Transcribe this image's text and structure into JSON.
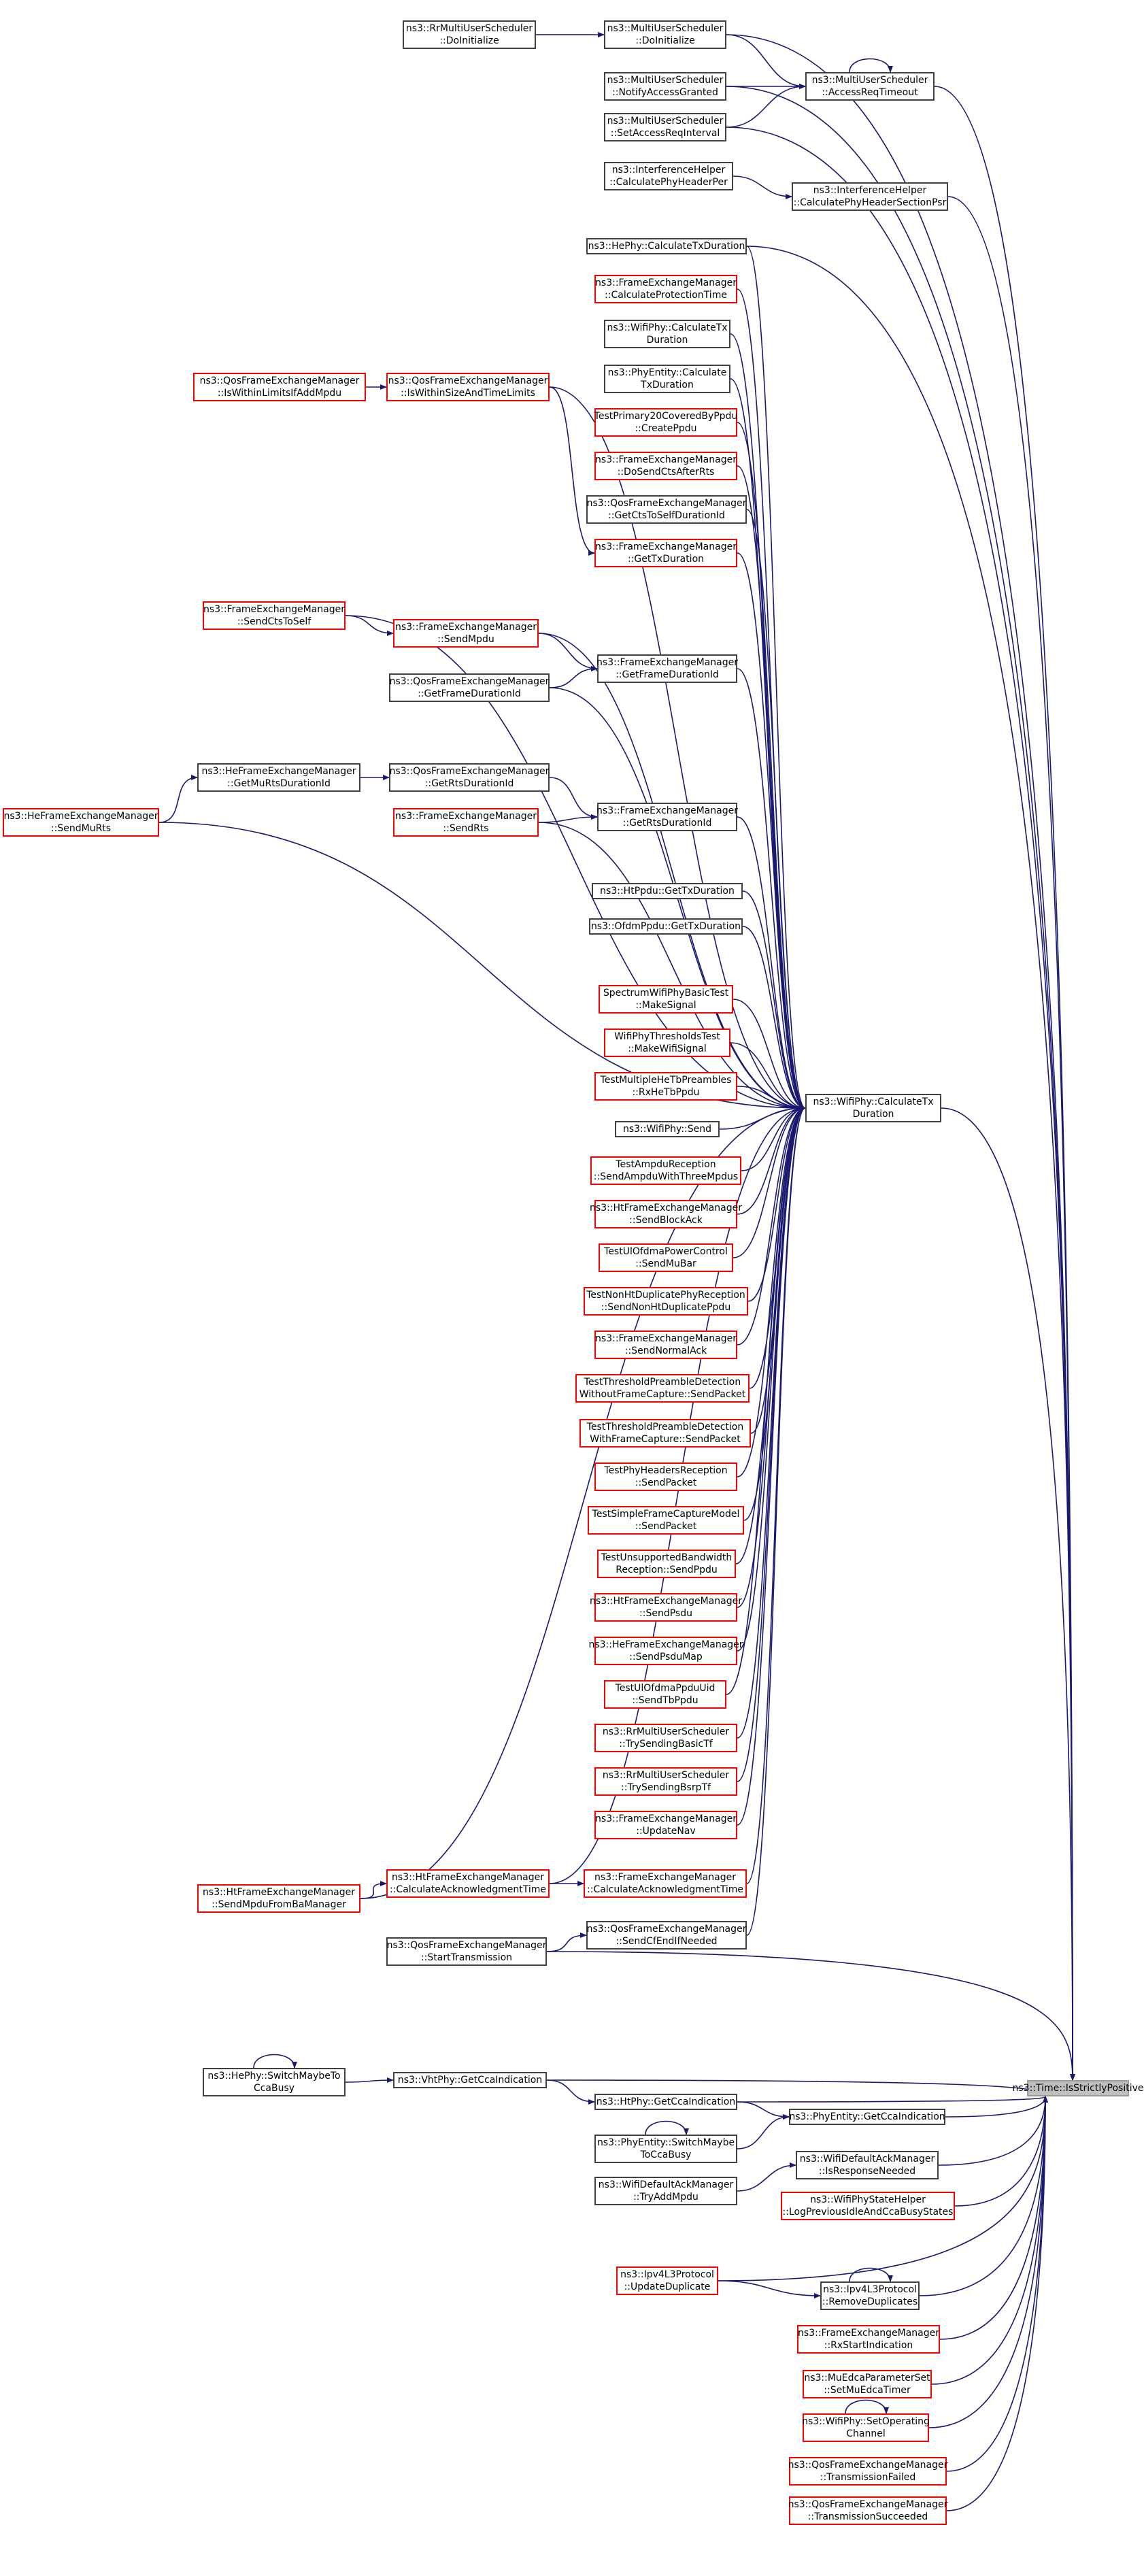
{
  "colors": {
    "edge": "#191970",
    "border": "#404040",
    "red_border": "#ff0000",
    "root_fill": "#bfbfbf"
  },
  "root": {
    "label": [
      "ns3::Time::IsStrictlyPositive"
    ]
  },
  "nodes": [
    {
      "id": "n1",
      "label": [
        "ns3::RrMultiUserScheduler",
        "::DoInitialize"
      ],
      "red": false
    },
    {
      "id": "n2",
      "label": [
        "ns3::MultiUserScheduler",
        "::DoInitialize"
      ],
      "red": false
    },
    {
      "id": "n3",
      "label": [
        "ns3::MultiUserScheduler",
        "::NotifyAccessGranted"
      ],
      "red": false
    },
    {
      "id": "n4",
      "label": [
        "ns3::MultiUserScheduler",
        "::AccessReqTimeout"
      ],
      "red": false
    },
    {
      "id": "n5",
      "label": [
        "ns3::MultiUserScheduler",
        "::SetAccessReqInterval"
      ],
      "red": false
    },
    {
      "id": "n6",
      "label": [
        "ns3::InterferenceHelper",
        "::CalculatePhyHeaderPer"
      ],
      "red": false
    },
    {
      "id": "n7",
      "label": [
        "ns3::InterferenceHelper",
        "::CalculatePhyHeaderSectionPsr"
      ],
      "red": false
    },
    {
      "id": "n8",
      "label": [
        "ns3::HePhy::CalculateTxDuration"
      ],
      "red": false
    },
    {
      "id": "n9",
      "label": [
        "ns3::FrameExchangeManager",
        "::CalculateProtectionTime"
      ],
      "red": true
    },
    {
      "id": "n10",
      "label": [
        "ns3::WifiPhy::CalculateTx",
        "Duration"
      ],
      "red": false
    },
    {
      "id": "n11",
      "label": [
        "ns3::QosFrameExchangeManager",
        "::IsWithinLimitsIfAddMpdu"
      ],
      "red": true
    },
    {
      "id": "n12",
      "label": [
        "ns3::QosFrameExchangeManager",
        "::IsWithinSizeAndTimeLimits"
      ],
      "red": true
    },
    {
      "id": "n13",
      "label": [
        "ns3::PhyEntity::Calculate",
        "TxDuration"
      ],
      "red": false
    },
    {
      "id": "n14",
      "label": [
        "TestPrimary20CoveredByPpdu",
        "::CreatePpdu"
      ],
      "red": true
    },
    {
      "id": "n15",
      "label": [
        "ns3::FrameExchangeManager",
        "::DoSendCtsAfterRts"
      ],
      "red": true
    },
    {
      "id": "n16",
      "label": [
        "ns3::QosFrameExchangeManager",
        "::GetCtsToSelfDurationId"
      ],
      "red": false
    },
    {
      "id": "n17",
      "label": [
        "ns3::FrameExchangeManager",
        "::GetTxDuration"
      ],
      "red": true
    },
    {
      "id": "n18",
      "label": [
        "ns3::FrameExchangeManager",
        "::SendCtsToSelf"
      ],
      "red": true
    },
    {
      "id": "n19",
      "label": [
        "ns3::FrameExchangeManager",
        "::SendMpdu"
      ],
      "red": true
    },
    {
      "id": "n20",
      "label": [
        "ns3::FrameExchangeManager",
        "::GetFrameDurationId"
      ],
      "red": false
    },
    {
      "id": "n21",
      "label": [
        "ns3::QosFrameExchangeManager",
        "::GetFrameDurationId"
      ],
      "red": false
    },
    {
      "id": "n22",
      "label": [
        "ns3::HeFrameExchangeManager",
        "::GetMuRtsDurationId"
      ],
      "red": false
    },
    {
      "id": "n23",
      "label": [
        "ns3::QosFrameExchangeManager",
        "::GetRtsDurationId"
      ],
      "red": false
    },
    {
      "id": "n24",
      "label": [
        "ns3::HeFrameExchangeManager",
        "::SendMuRts"
      ],
      "red": true
    },
    {
      "id": "n25",
      "label": [
        "ns3::FrameExchangeManager",
        "::SendRts"
      ],
      "red": true
    },
    {
      "id": "n26",
      "label": [
        "ns3::FrameExchangeManager",
        "::GetRtsDurationId"
      ],
      "red": false
    },
    {
      "id": "n27",
      "label": [
        "ns3::HtPpdu::GetTxDuration"
      ],
      "red": false
    },
    {
      "id": "n28",
      "label": [
        "ns3::OfdmPpdu::GetTxDuration"
      ],
      "red": false
    },
    {
      "id": "n29",
      "label": [
        "SpectrumWifiPhyBasicTest",
        "::MakeSignal"
      ],
      "red": true
    },
    {
      "id": "n30",
      "label": [
        "WifiPhyThresholdsTest",
        "::MakeWifiSignal"
      ],
      "red": true
    },
    {
      "id": "n31",
      "label": [
        "TestMultipleHeTbPreambles",
        "::RxHeTbPpdu"
      ],
      "red": true
    },
    {
      "id": "n32",
      "label": [
        "ns3::WifiPhy::CalculateTx",
        "Duration"
      ],
      "red": false
    },
    {
      "id": "n33",
      "label": [
        "ns3::WifiPhy::Send"
      ],
      "red": false
    },
    {
      "id": "n34",
      "label": [
        "TestAmpduReception",
        "::SendAmpduWithThreeMpdus"
      ],
      "red": true
    },
    {
      "id": "n35",
      "label": [
        "ns3::HtFrameExchangeManager",
        "::SendBlockAck"
      ],
      "red": true
    },
    {
      "id": "n36",
      "label": [
        "TestUlOfdmaPowerControl",
        "::SendMuBar"
      ],
      "red": true
    },
    {
      "id": "n37",
      "label": [
        "TestNonHtDuplicatePhyReception",
        "::SendNonHtDuplicatePpdu"
      ],
      "red": true
    },
    {
      "id": "n38",
      "label": [
        "ns3::FrameExchangeManager",
        "::SendNormalAck"
      ],
      "red": true
    },
    {
      "id": "n39",
      "label": [
        "TestThresholdPreambleDetection",
        "WithoutFrameCapture::SendPacket"
      ],
      "red": true
    },
    {
      "id": "n40",
      "label": [
        "TestThresholdPreambleDetection",
        "WithFrameCapture::SendPacket"
      ],
      "red": true
    },
    {
      "id": "n41",
      "label": [
        "TestPhyHeadersReception",
        "::SendPacket"
      ],
      "red": true
    },
    {
      "id": "n42",
      "label": [
        "TestSimpleFrameCaptureModel",
        "::SendPacket"
      ],
      "red": true
    },
    {
      "id": "n43",
      "label": [
        "TestUnsupportedBandwidth",
        "Reception::SendPpdu"
      ],
      "red": true
    },
    {
      "id": "n44",
      "label": [
        "ns3::HtFrameExchangeManager",
        "::SendPsdu"
      ],
      "red": true
    },
    {
      "id": "n45",
      "label": [
        "ns3::HeFrameExchangeManager",
        "::SendPsduMap"
      ],
      "red": true
    },
    {
      "id": "n46",
      "label": [
        "TestUlOfdmaPpduUid",
        "::SendTbPpdu"
      ],
      "red": true
    },
    {
      "id": "n47",
      "label": [
        "ns3::RrMultiUserScheduler",
        "::TrySendingBasicTf"
      ],
      "red": true
    },
    {
      "id": "n48",
      "label": [
        "ns3::RrMultiUserScheduler",
        "::TrySendingBsrpTf"
      ],
      "red": true
    },
    {
      "id": "n49",
      "label": [
        "ns3::FrameExchangeManager",
        "::UpdateNav"
      ],
      "red": true
    },
    {
      "id": "n50",
      "label": [
        "ns3::HtFrameExchangeManager",
        "::SendMpduFromBaManager"
      ],
      "red": true
    },
    {
      "id": "n51",
      "label": [
        "ns3::HtFrameExchangeManager",
        "::CalculateAcknowledgmentTime"
      ],
      "red": true
    },
    {
      "id": "n52",
      "label": [
        "ns3::FrameExchangeManager",
        "::CalculateAcknowledgmentTime"
      ],
      "red": true
    },
    {
      "id": "n53",
      "label": [
        "ns3::QosFrameExchangeManager",
        "::StartTransmission"
      ],
      "red": false
    },
    {
      "id": "n54",
      "label": [
        "ns3::QosFrameExchangeManager",
        "::SendCfEndIfNeeded"
      ],
      "red": false
    },
    {
      "id": "n55",
      "label": [
        "ns3::HePhy::SwitchMaybeTo",
        "CcaBusy"
      ],
      "red": false
    },
    {
      "id": "n56",
      "label": [
        "ns3::VhtPhy::GetCcaIndication"
      ],
      "red": false
    },
    {
      "id": "n57",
      "label": [
        "ns3::HtPhy::GetCcaIndication"
      ],
      "red": false
    },
    {
      "id": "n58",
      "label": [
        "ns3::PhyEntity::SwitchMaybe",
        "ToCcaBusy"
      ],
      "red": false
    },
    {
      "id": "n59",
      "label": [
        "ns3::PhyEntity::GetCcaIndication"
      ],
      "red": false
    },
    {
      "id": "n60",
      "label": [
        "ns3::WifiDefaultAckManager",
        "::TryAddMpdu"
      ],
      "red": false
    },
    {
      "id": "n61",
      "label": [
        "ns3::WifiDefaultAckManager",
        "::IsResponseNeeded"
      ],
      "red": false
    },
    {
      "id": "n62",
      "label": [
        "ns3::WifiPhyStateHelper",
        "::LogPreviousIdleAndCcaBusyStates"
      ],
      "red": true
    },
    {
      "id": "n63",
      "label": [
        "ns3::Ipv4L3Protocol",
        "::UpdateDuplicate"
      ],
      "red": true
    },
    {
      "id": "n64",
      "label": [
        "ns3::Ipv4L3Protocol",
        "::RemoveDuplicates"
      ],
      "red": false
    },
    {
      "id": "n65",
      "label": [
        "ns3::FrameExchangeManager",
        "::RxStartIndication"
      ],
      "red": true
    },
    {
      "id": "n66",
      "label": [
        "ns3::MuEdcaParameterSet",
        "::SetMuEdcaTimer"
      ],
      "red": true
    },
    {
      "id": "n67",
      "label": [
        "ns3::WifiPhy::SetOperating",
        "Channel"
      ],
      "red": true
    },
    {
      "id": "n68",
      "label": [
        "ns3::QosFrameExchangeManager",
        "::TransmissionFailed"
      ],
      "red": true
    },
    {
      "id": "n69",
      "label": [
        "ns3::QosFrameExchangeManager",
        "::TransmissionSucceeded"
      ],
      "red": true
    }
  ]
}
